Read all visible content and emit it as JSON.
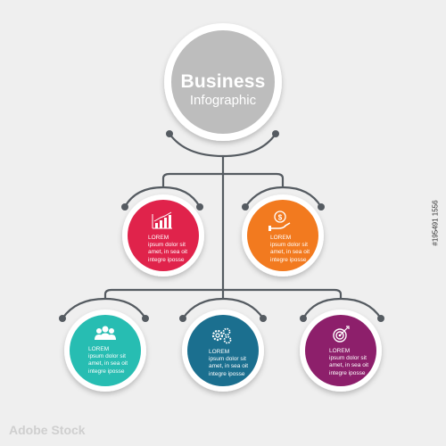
{
  "header": {
    "title": "Business",
    "subtitle": "Infographic"
  },
  "nodes": [
    {
      "id": "growth",
      "color": "#e0234b",
      "icon": "bar-chart-icon",
      "heading": "LOREM",
      "body": [
        "ipsum dolor sit",
        "amet, in sea oit",
        "integre iposse"
      ]
    },
    {
      "id": "finance",
      "color": "#f27a1f",
      "icon": "money-hand-icon",
      "heading": "LOREM",
      "body": [
        "ipsum dolor sit",
        "amet, in sea oit",
        "integre iposse"
      ]
    },
    {
      "id": "team",
      "color": "#27bdb2",
      "icon": "team-icon",
      "heading": "LOREM",
      "body": [
        "ipsum dolor sit",
        "amet, in sea oit",
        "integre iposse"
      ]
    },
    {
      "id": "settings",
      "color": "#1b6f8f",
      "icon": "gears-icon",
      "heading": "LOREM",
      "body": [
        "ipsum dolor sit",
        "amet, in sea oit",
        "integre iposse"
      ]
    },
    {
      "id": "target",
      "color": "#8d1f6b",
      "icon": "target-arrow-icon",
      "heading": "LOREM",
      "body": [
        "ipsum dolor sit",
        "amet, in sea oit",
        "integre iposse"
      ]
    }
  ],
  "watermark": "#195491 1556",
  "stock_logo": "Adobe Stock"
}
